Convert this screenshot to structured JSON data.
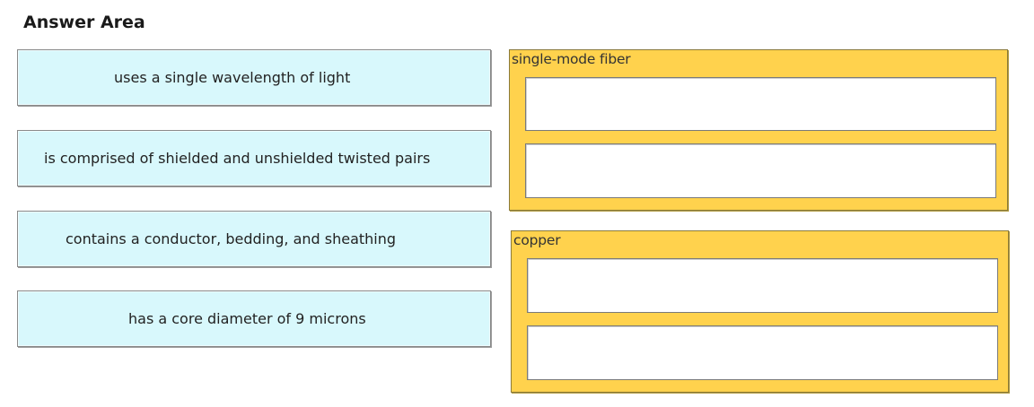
{
  "answer_area": {
    "title": "Answer Area"
  },
  "source_items": [
    {
      "label": "uses a single wavelength of light"
    },
    {
      "label": "is comprised of shielded and unshielded twisted pairs"
    },
    {
      "label": "contains a conductor, bedding, and sheathing"
    },
    {
      "label": "has a core diameter of 9 microns"
    }
  ],
  "target_groups": [
    {
      "label": "single-mode fiber",
      "slot_count": 2
    },
    {
      "label": "copper",
      "slot_count": 2
    }
  ],
  "colors": {
    "source_item_bg": "#d8f8fc",
    "target_group_bg": "#ffd24d",
    "drop_slot_bg": "#ffffff"
  }
}
